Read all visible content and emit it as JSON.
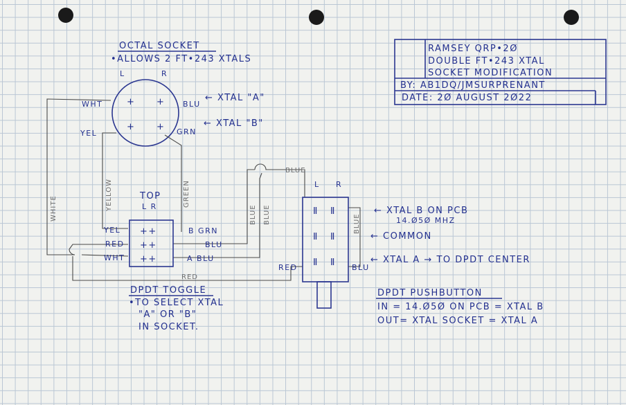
{
  "octal": {
    "title": "OCTAL SOCKET",
    "subtitle": "•ALLOWS 2 FT•243 XTALS",
    "l": "L",
    "r": "R",
    "plus": "+",
    "wht": "WHT",
    "blu": "BLU",
    "yel": "YEL",
    "grn": "GRN",
    "xtal_a": "← XTAL \"A\"",
    "xtal_b": "← XTAL \"B\""
  },
  "title_block": {
    "line1": "RAMSEY QRP•2Ø",
    "line2": "DOUBLE FT•243 XTAL",
    "line3": "SOCKET MODIFICATION",
    "by": "BY: AB1DQ/JMSURPRENANT",
    "date": "DATE: 2Ø AUGUST 2Ø22"
  },
  "wires": {
    "white": "WHITE",
    "yellow": "YELLOW",
    "green": "GREEN",
    "blue1": "BLUE",
    "blue2": "BLUE",
    "blue_top": "BLUE",
    "blue_pb": "BLUE",
    "red": "RED"
  },
  "toggle": {
    "top": "TOP",
    "lr": "L  R",
    "yel": "YEL",
    "red": "RED",
    "wht": "WHT",
    "b_grn": "B GRN",
    "blu": "BLU",
    "a_blu": "A BLU",
    "pins": "++",
    "title": "DPDT TOGGLE",
    "desc1": "•TO SELECT XTAL",
    "desc2": "\"A\" OR \"B\"",
    "desc3": "IN SOCKET."
  },
  "pushbutton": {
    "l": "L",
    "r": "R",
    "pin": "Ⅱ",
    "red": "RED",
    "blu": "BLU",
    "note1a": "←  XTAL B  ON PCB",
    "note1b": "14.Ø5Ø MHZ",
    "note2": "←  COMMON",
    "note3": "←  XTAL A → TO DPDT CENTER",
    "title": "DPDT PUSHBUTTON",
    "in": "IN =  14.Ø5Ø ON PCB  = XTAL B",
    "out": "OUT= XTAL SOCKET  = XTAL A"
  }
}
